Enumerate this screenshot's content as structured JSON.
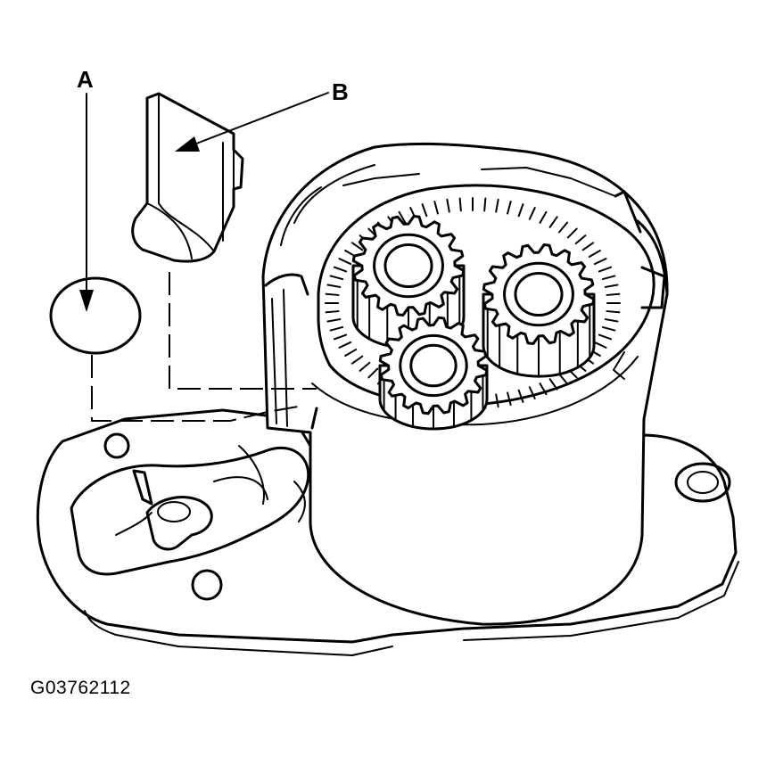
{
  "callouts": {
    "a": "A",
    "b": "B"
  },
  "figure_id": "G03762112",
  "colors": {
    "ink": "#000000",
    "paper": "#ffffff"
  }
}
